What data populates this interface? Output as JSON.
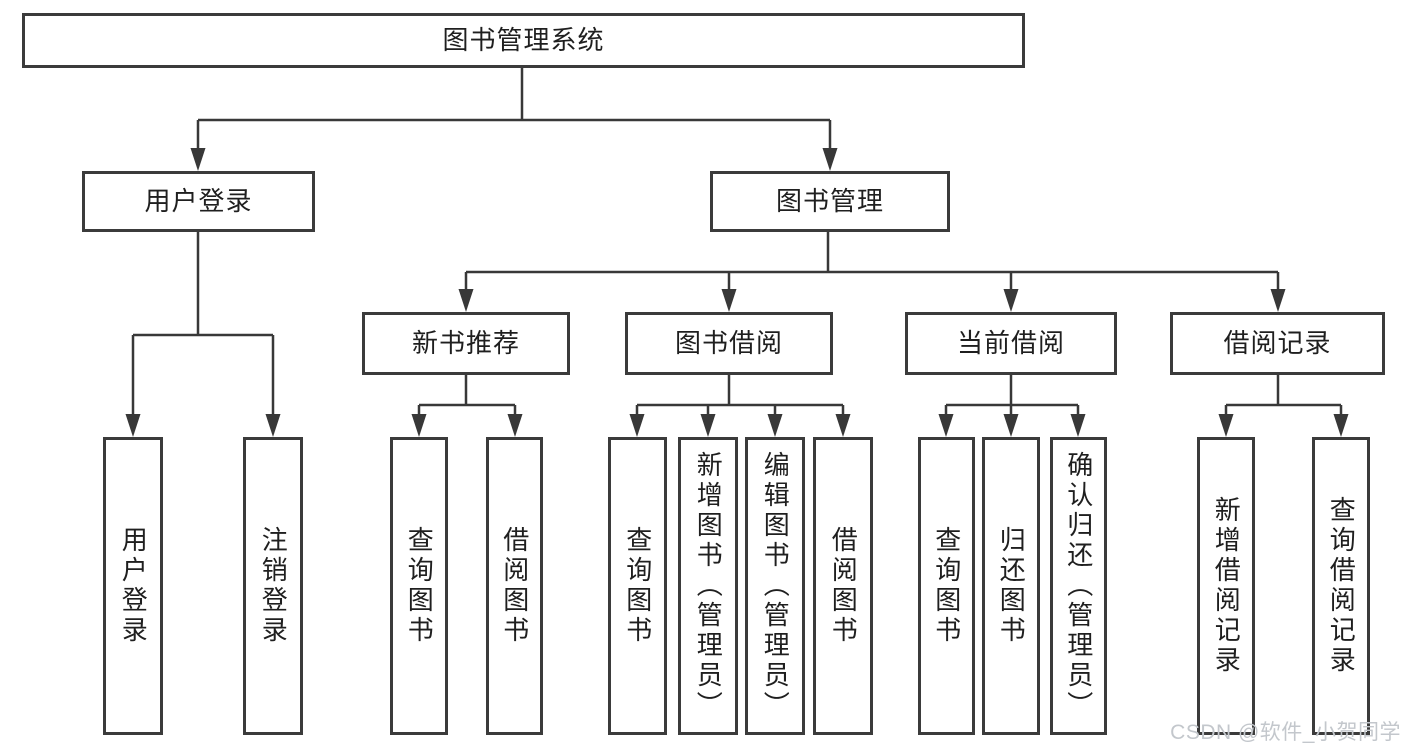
{
  "colors": {
    "line": "#383838",
    "box_border": "#3b3b3b",
    "text": "#1f1f1f",
    "watermark": "#c3c7cc"
  },
  "diagram": {
    "root": {
      "label": "图书管理系统"
    },
    "level2": [
      {
        "label": "用户登录"
      },
      {
        "label": "图书管理"
      }
    ],
    "level3": [
      {
        "label": "新书推荐"
      },
      {
        "label": "图书借阅"
      },
      {
        "label": "当前借阅"
      },
      {
        "label": "借阅记录"
      }
    ],
    "leaves": {
      "user_login": [
        "用户登录",
        "注销登录"
      ],
      "new_book": [
        "查询图书",
        "借阅图书"
      ],
      "book_borrow": [
        "查询图书",
        "新增图书（管理员）",
        "编辑图书（管理员）",
        "借阅图书"
      ],
      "current_borrow": [
        "查询图书",
        "归还图书",
        "确认归还（管理员）"
      ],
      "borrow_record": [
        "新增借阅记录",
        "查询借阅记录"
      ]
    }
  },
  "watermark": {
    "text": "CSDN @软件_小贺同学"
  }
}
